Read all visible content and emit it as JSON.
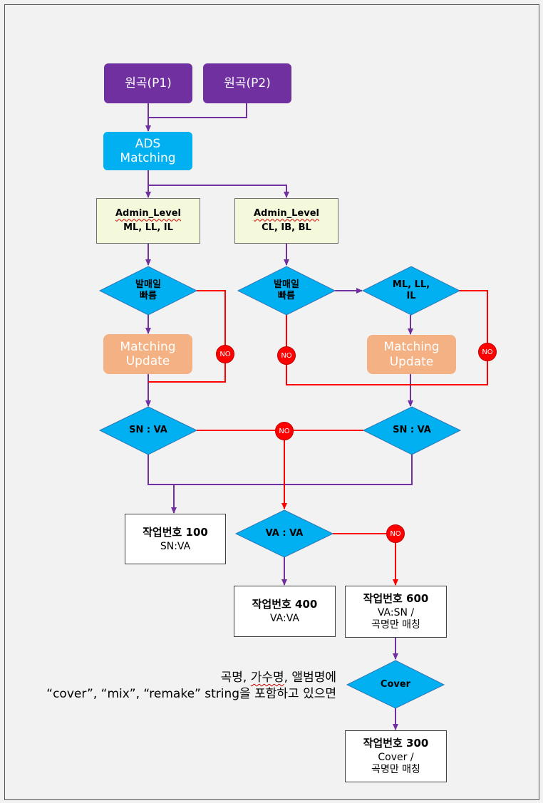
{
  "sources": {
    "p1": "원곡(P1)",
    "p2": "원곡(P2)"
  },
  "ads": {
    "line1": "ADS",
    "line2": "Matching"
  },
  "admin_left": {
    "title": "Admin_Level",
    "codes": "ML, LL, IL"
  },
  "admin_right": {
    "title": "Admin_Level",
    "codes": "CL, IB, BL"
  },
  "release_left": {
    "line1": "발매일",
    "line2": "빠름"
  },
  "release_right": {
    "line1": "발매일",
    "line2": "빠름"
  },
  "level_check": {
    "line1": "ML, LL,",
    "line2": "IL"
  },
  "update_left": {
    "line1": "Matching",
    "line2": "Update"
  },
  "update_right": {
    "line1": "Matching",
    "line2": "Update"
  },
  "sn_va_left": "SN : VA",
  "sn_va_right": "SN : VA",
  "va_va": "VA : VA",
  "cover": "Cover",
  "no_label": "NO",
  "job_100": {
    "title": "작업번호 100",
    "desc": "SN:VA"
  },
  "job_400": {
    "title": "작업번호 400",
    "desc": "VA:VA"
  },
  "job_600": {
    "title": "작업번호 600",
    "desc1": "VA:SN /",
    "desc2": "곡명만 매칭"
  },
  "job_300": {
    "title": "작업번호 300",
    "desc1": "Cover /",
    "desc2": "곡명만 매칭"
  },
  "note": {
    "line1_a": "곡명, ",
    "line1_b": "가수명",
    "line1_c": ", 앨범명에",
    "line2": "“cover”, “mix”, “remake” string을 포함하고 있으면"
  },
  "colors": {
    "purple": "#7030a0",
    "red": "#ff0000",
    "cyan": "#00b0f0",
    "diamond": "#00b0f0",
    "peach": "#f4b183",
    "admin_bg": "#f5f9dc"
  }
}
